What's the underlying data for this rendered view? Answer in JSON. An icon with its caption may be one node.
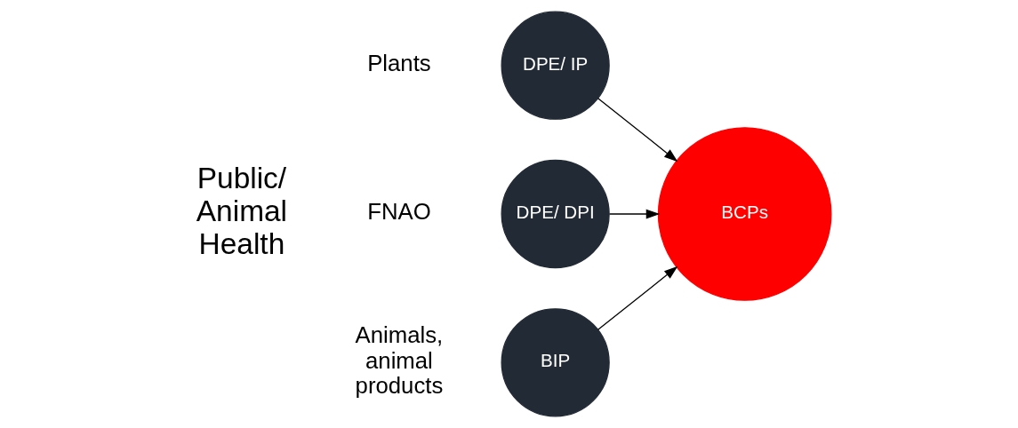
{
  "diagram": {
    "nodes": [
      {
        "text": [
          "DPE/ IP"
        ],
        "beside": [
          "Plants"
        ]
      },
      {
        "text": [
          "DPE/ DPI"
        ],
        "beside": [
          "FNAO"
        ]
      },
      {
        "text": [
          "BIP"
        ],
        "beside": [
          "Animals, animal products"
        ]
      },
      {
        "text": [
          "BCPs"
        ]
      }
    ],
    "edges": [
      {
        "from": 0,
        "to": 3,
        "arrow": "to"
      },
      {
        "from": 1,
        "to": 3,
        "arrow": "to"
      },
      {
        "from": 2,
        "to": 3,
        "arrow": "to"
      }
    ],
    "labels": [
      "Public/ Animal Health"
    ]
  }
}
